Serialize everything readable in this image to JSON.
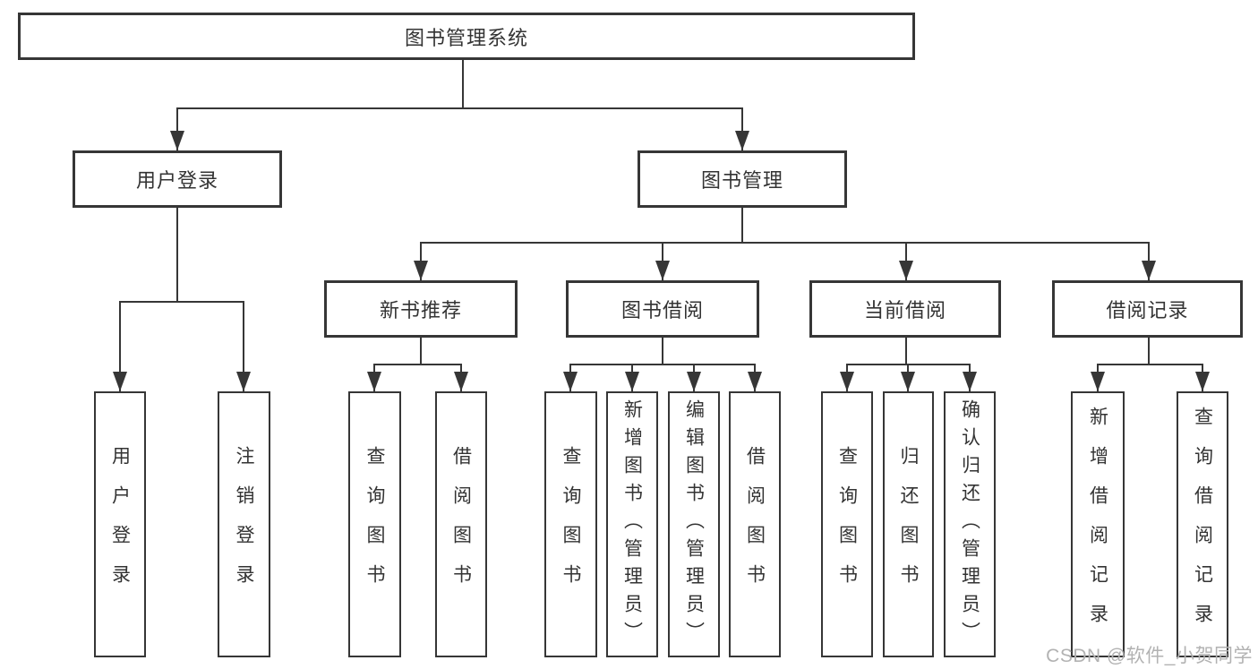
{
  "nodes": {
    "root": {
      "label": "图书管理系统"
    },
    "login": {
      "label": "用户登录",
      "children": [
        {
          "label": "用户登录"
        },
        {
          "label": "注销登录"
        }
      ]
    },
    "management": {
      "label": "图书管理"
    },
    "groups": [
      {
        "label": "新书推荐",
        "children": [
          {
            "label": "查询图书"
          },
          {
            "label": "借阅图书"
          }
        ]
      },
      {
        "label": "图书借阅",
        "children": [
          {
            "label": "查询图书"
          },
          {
            "label": "新增图书（管理员）"
          },
          {
            "label": "编辑图书（管理员）"
          },
          {
            "label": "借阅图书"
          }
        ]
      },
      {
        "label": "当前借阅",
        "children": [
          {
            "label": "查询图书"
          },
          {
            "label": "归还图书"
          },
          {
            "label": "确认归还（管理员）"
          }
        ]
      },
      {
        "label": "借阅记录",
        "children": [
          {
            "label": "新增借阅记录"
          },
          {
            "label": "查询借阅记录"
          }
        ]
      }
    ]
  },
  "watermark": {
    "text": "CSDN @软件_小贺同学"
  },
  "colors": {
    "line": "#363636",
    "text": "#333333",
    "watermark": "#b2b2b2",
    "background": "#ffffff"
  }
}
